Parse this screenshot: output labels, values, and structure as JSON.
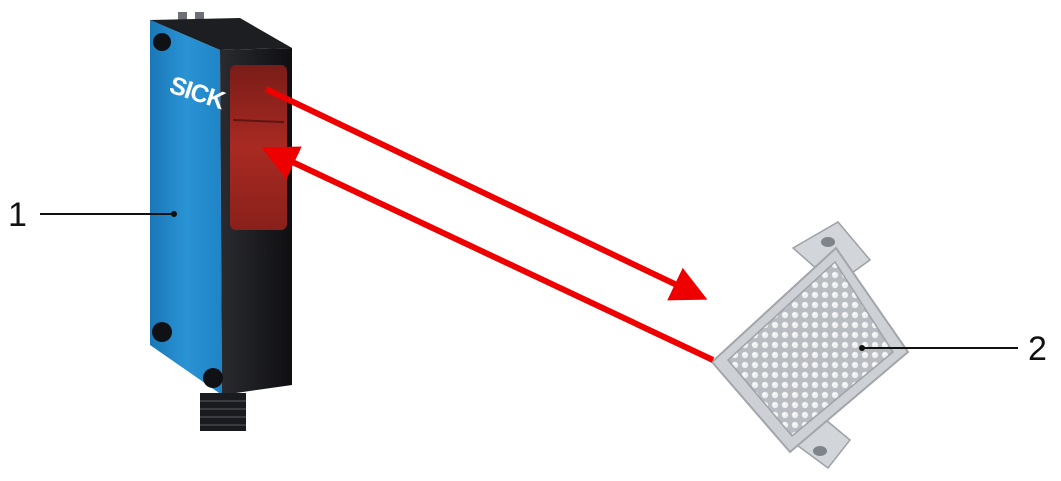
{
  "callouts": [
    {
      "number": "1"
    },
    {
      "number": "2"
    }
  ],
  "sensor": {
    "brand": "SICK"
  },
  "colors": {
    "sensor_body": "#1f86c8",
    "sensor_dark": "#1a1a1e",
    "light_beam": "#ee0000",
    "reflector": "#c9ccd0"
  },
  "icons": {
    "sensor": "photoelectric-sensor",
    "reflector": "prismatic-reflector"
  }
}
